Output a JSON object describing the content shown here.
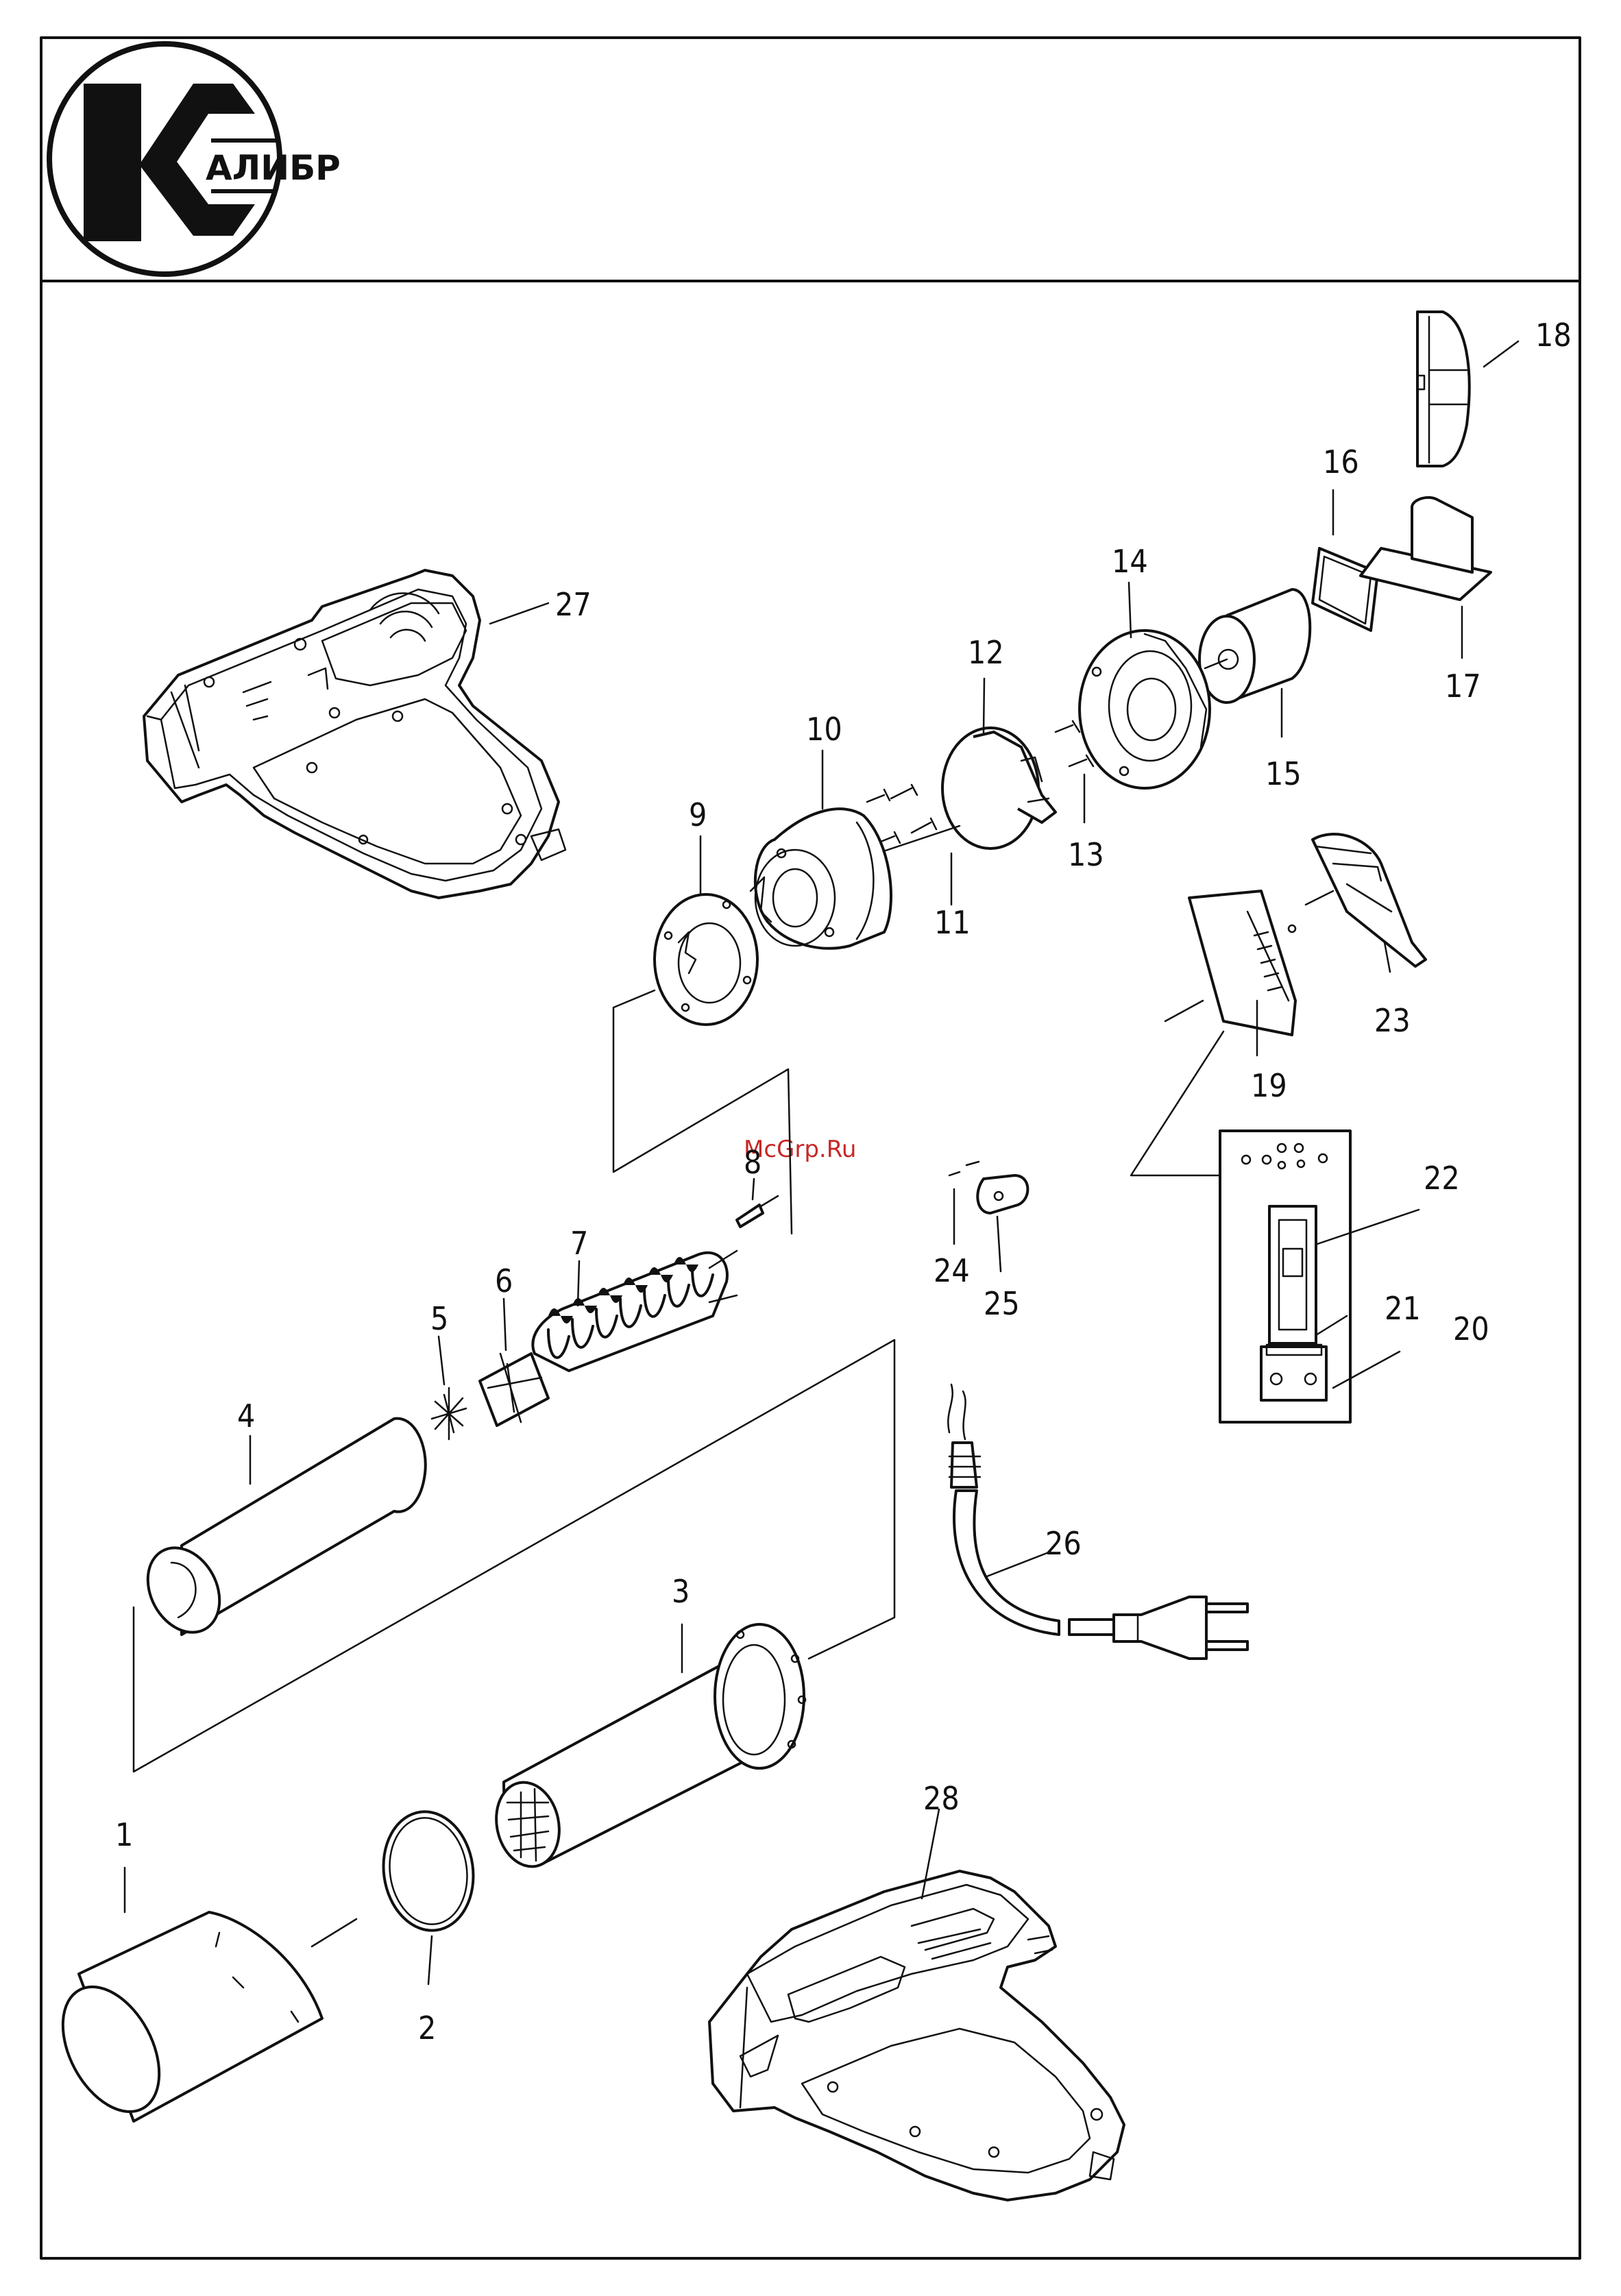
{
  "brand": {
    "logo_text": "АЛИБР"
  },
  "watermark": "McGrp.Ru",
  "part_numbers": [
    "1",
    "2",
    "3",
    "4",
    "5",
    "6",
    "7",
    "8",
    "9",
    "10",
    "11",
    "12",
    "13",
    "14",
    "15",
    "16",
    "17",
    "18",
    "19",
    "20",
    "21",
    "22",
    "23",
    "24",
    "25",
    "26",
    "27",
    "28"
  ],
  "colors": {
    "line": "#111111",
    "background": "#ffffff",
    "watermark": "#c62828"
  }
}
